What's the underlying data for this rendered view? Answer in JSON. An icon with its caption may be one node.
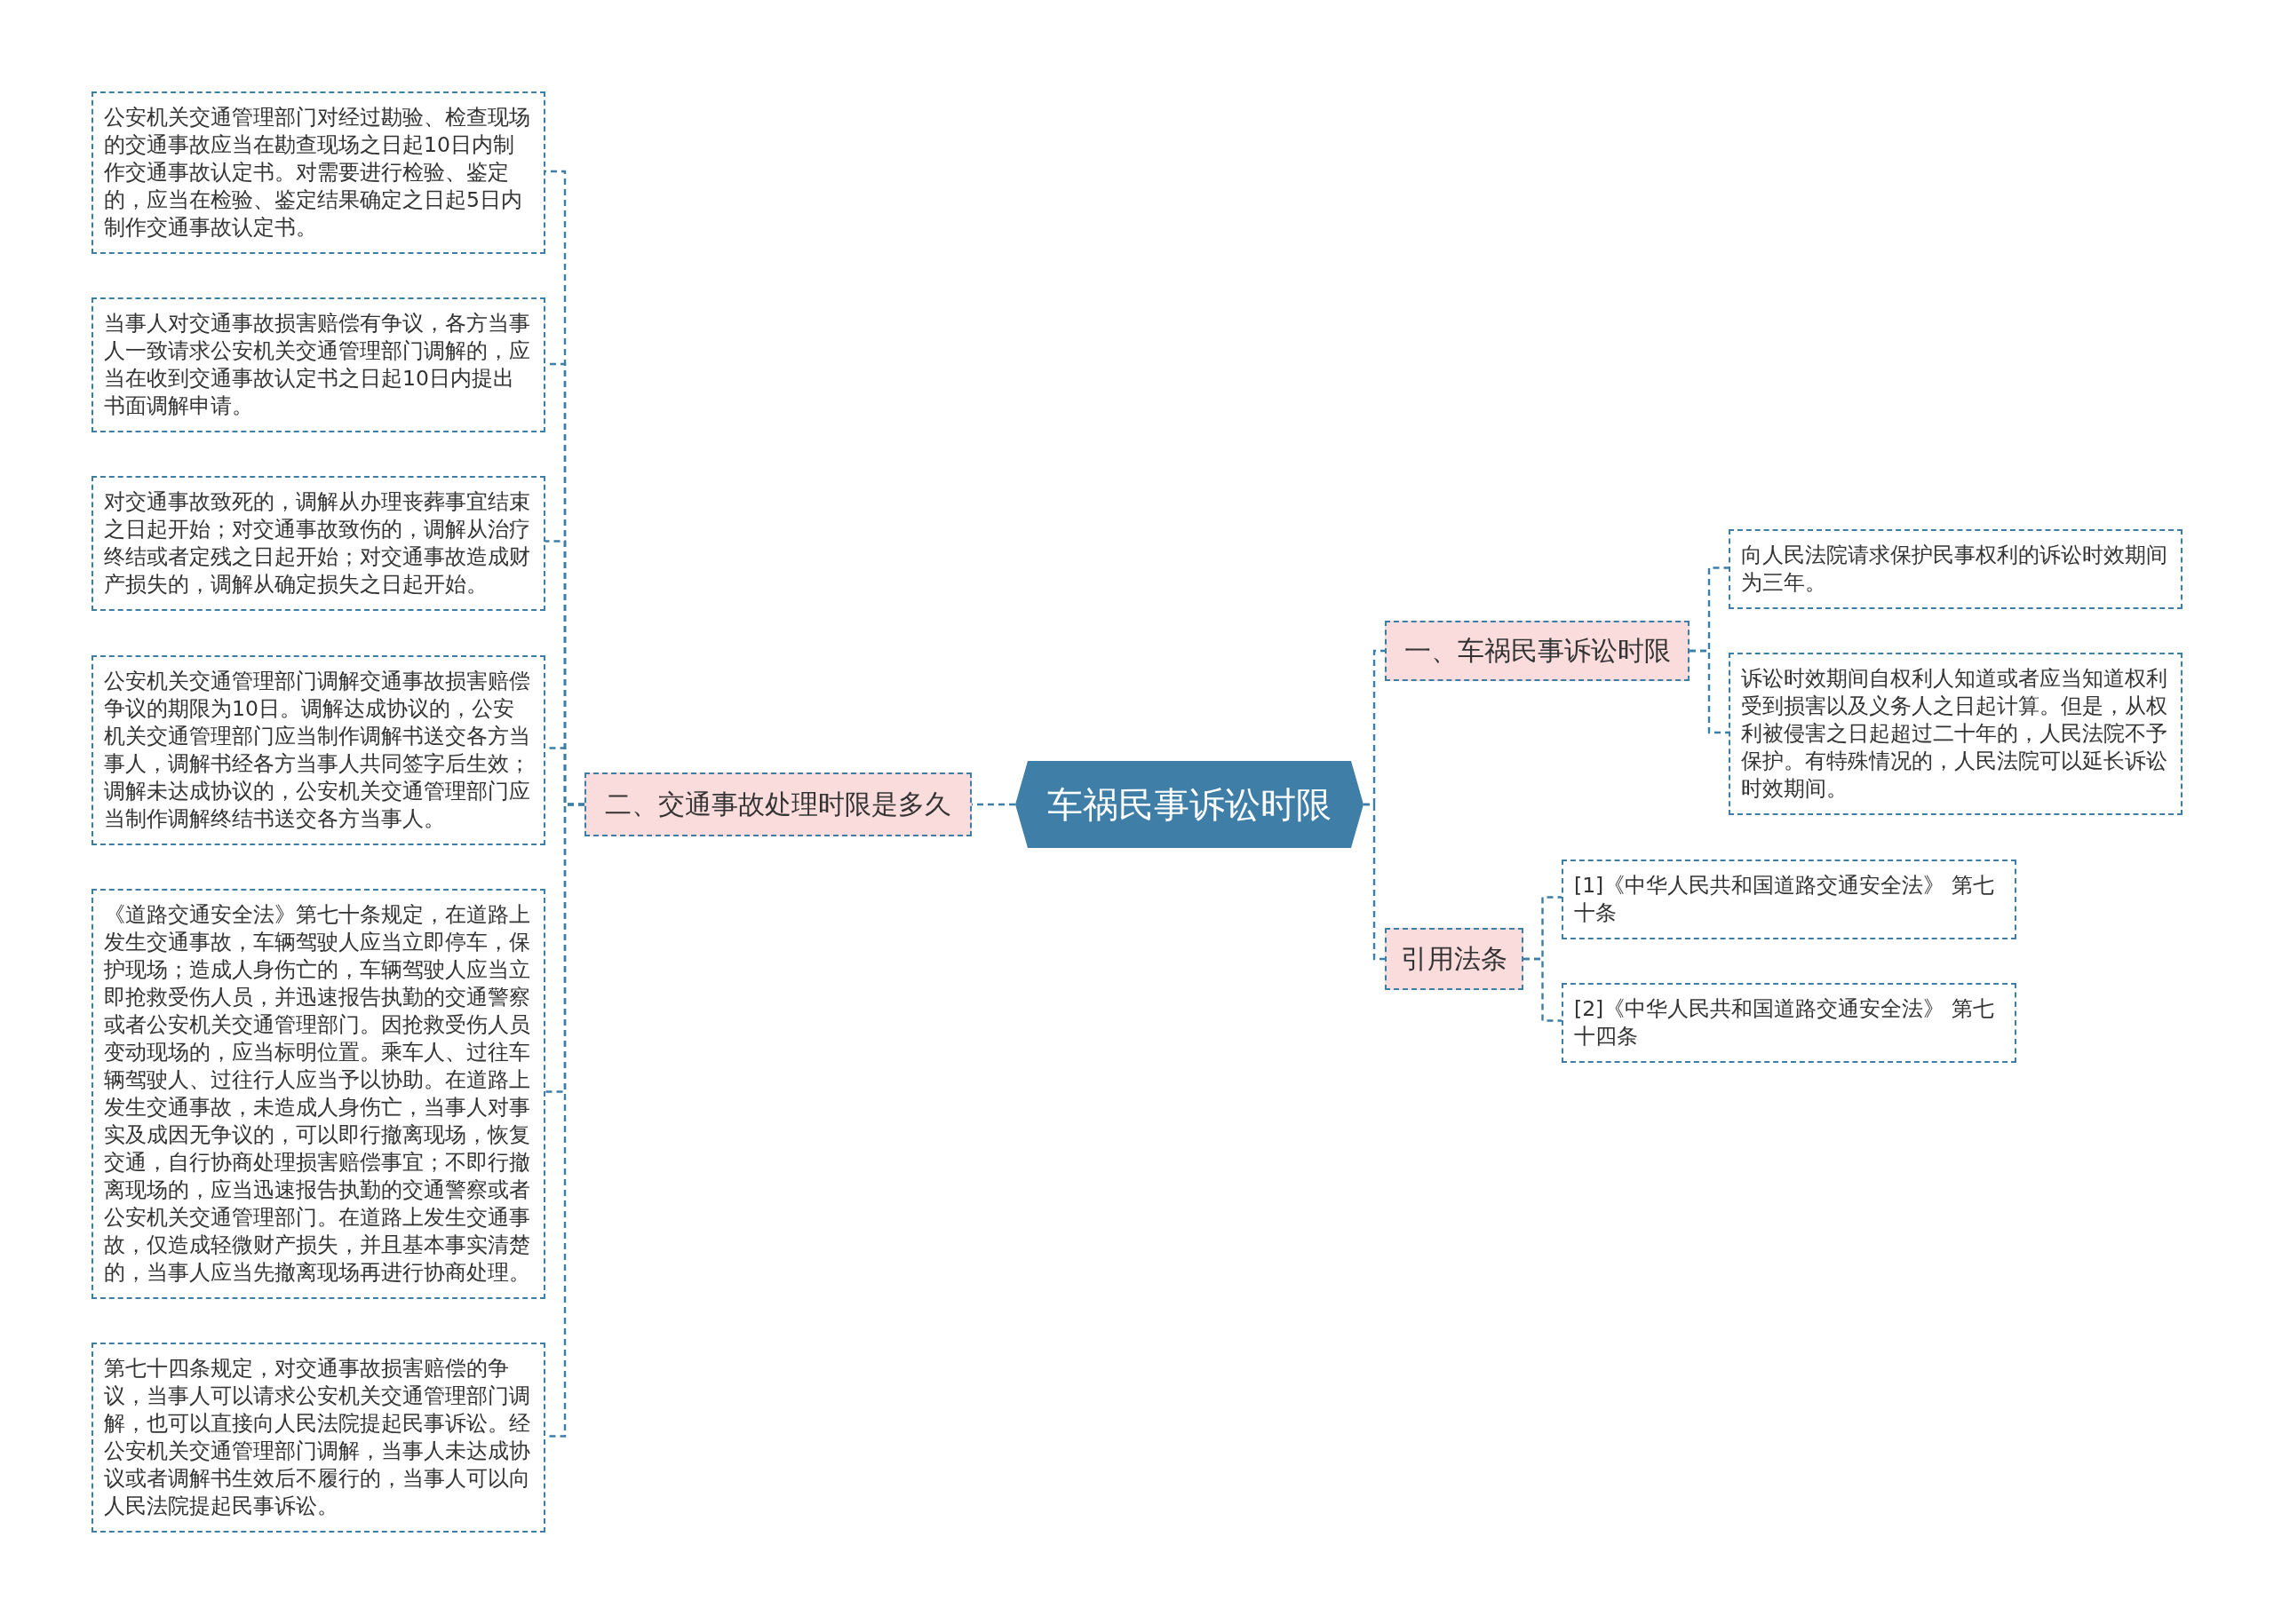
{
  "diagram": {
    "nodes": [
      {
        "text": [
          "车祸民事诉讼时限"
        ]
      },
      {
        "text": [
          "一、车祸民事诉讼时限"
        ]
      },
      {
        "text": [
          "向人民法院请求保护民事权利的诉讼时效期间为三年。"
        ]
      },
      {
        "text": [
          "诉讼时效期间自权利人知道或者应当知道权利受到损害以及义务人之日起计算。但是，从权利被侵害之日起超过二十年的，人民法院不予保护。有特殊情况的，人民法院可以延长诉讼时效期间。"
        ]
      },
      {
        "text": [
          "引用法条"
        ]
      },
      {
        "text": [
          "[1]《中华人民共和国道路交通安全法》 第七十条"
        ]
      },
      {
        "text": [
          "[2]《中华人民共和国道路交通安全法》 第七十四条"
        ]
      },
      {
        "text": [
          "二、交通事故处理时限是多久"
        ]
      },
      {
        "text": [
          "公安机关交通管理部门对经过勘验、检查现场的交通事故应当在勘查现场之日起10日内制作交通事故认定书。对需要进行检验、鉴定的，应当在检验、鉴定结果确定之日起5日内制作交通事故认定书。"
        ]
      },
      {
        "text": [
          "当事人对交通事故损害赔偿有争议，各方当事人一致请求公安机关交通管理部门调解的，应当在收到交通事故认定书之日起10日内提出书面调解申请。"
        ]
      },
      {
        "text": [
          "对交通事故致死的，调解从办理丧葬事宜结束之日起开始；对交通事故致伤的，调解从治疗终结或者定残之日起开始；对交通事故造成财产损失的，调解从确定损失之日起开始。"
        ]
      },
      {
        "text": [
          "公安机关交通管理部门调解交通事故损害赔偿争议的期限为10日。调解达成协议的，公安机关交通管理部门应当制作调解书送交各方当事人，调解书经各方当事人共同签字后生效；调解未达成协议的，公安机关交通管理部门应当制作调解终结书送交各方当事人。"
        ]
      },
      {
        "text": [
          "《道路交通安全法》第七十条规定，在道路上发生交通事故，车辆驾驶人应当立即停车，保护现场；造成人身伤亡的，车辆驾驶人应当立即抢救受伤人员，并迅速报告执勤的交通警察或者公安机关交通管理部门。因抢救受伤人员变动现场的，应当标明位置。乘车人、过往车辆驾驶人、过往行人应当予以协助。在道路上发生交通事故，未造成人身伤亡，当事人对事实及成因无争议的，可以即行撤离现场，恢复交通，自行协商处理损害赔偿事宜；不即行撤离现场的，应当迅速报告执勤的交通警察或者公安机关交通管理部门。在道路上发生交通事故，仅造成轻微财产损失，并且基本事实清楚的，当事人应当先撤离现场再进行协商处理。"
        ]
      },
      {
        "text": [
          "第七十四条规定，对交通事故损害赔偿的争议，当事人可以请求公安机关交通管理部门调解，也可以直接向人民法院提起民事诉讼。经公安机关交通管理部门调解，当事人未达成协议或者调解书生效后不履行的，当事人可以向人民法院提起民事诉讼。"
        ]
      }
    ],
    "edges": [
      {
        "from": 0,
        "to": 1,
        "arrow": "none"
      },
      {
        "from": 1,
        "to": 2,
        "arrow": "none"
      },
      {
        "from": 1,
        "to": 3,
        "arrow": "none"
      },
      {
        "from": 0,
        "to": 4,
        "arrow": "none"
      },
      {
        "from": 4,
        "to": 5,
        "arrow": "none"
      },
      {
        "from": 4,
        "to": 6,
        "arrow": "none"
      },
      {
        "from": 0,
        "to": 7,
        "arrow": "none"
      },
      {
        "from": 7,
        "to": 8,
        "arrow": "none"
      },
      {
        "from": 7,
        "to": 9,
        "arrow": "none"
      },
      {
        "from": 7,
        "to": 10,
        "arrow": "none"
      },
      {
        "from": 7,
        "to": 11,
        "arrow": "none"
      },
      {
        "from": 7,
        "to": 12,
        "arrow": "none"
      },
      {
        "from": 7,
        "to": 13,
        "arrow": "none"
      }
    ]
  }
}
